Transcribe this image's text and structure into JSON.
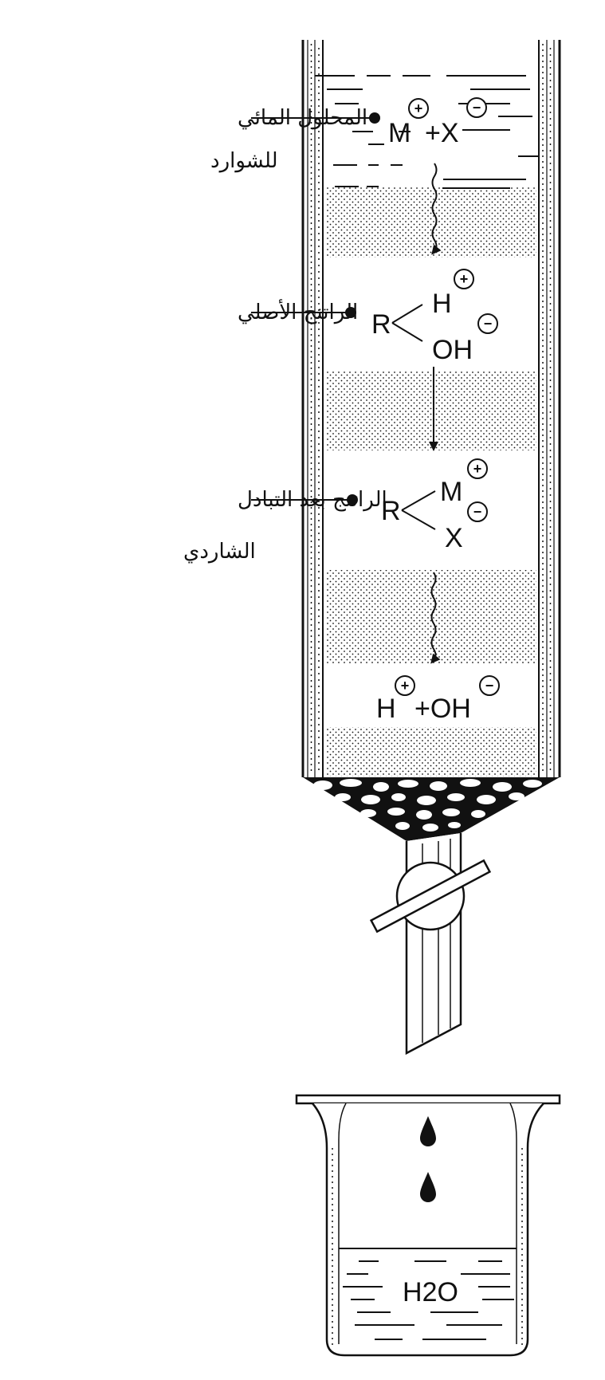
{
  "labels": {
    "solution_line1": "المحلول المائي",
    "solution_line2": "للشوارد",
    "original_resin": "الراتنج الأصلي",
    "exchanged_line1": "الراتنج بعد التبادل",
    "exchanged_line2": "الشاردي"
  },
  "chem": {
    "solution_M": "M",
    "solution_plus_X": "+X",
    "resin1_R": "R",
    "resin1_H": "H",
    "resin1_OH": "OH",
    "resin2_R": "R",
    "resin2_M": "M",
    "resin2_X": "X",
    "product_H": "H",
    "product_plus_OH": "+OH",
    "beaker_water": "H2O"
  },
  "signs": {
    "plus": "+",
    "minus": "−"
  },
  "colors": {
    "ink": "#111111",
    "paper": "#ffffff"
  }
}
